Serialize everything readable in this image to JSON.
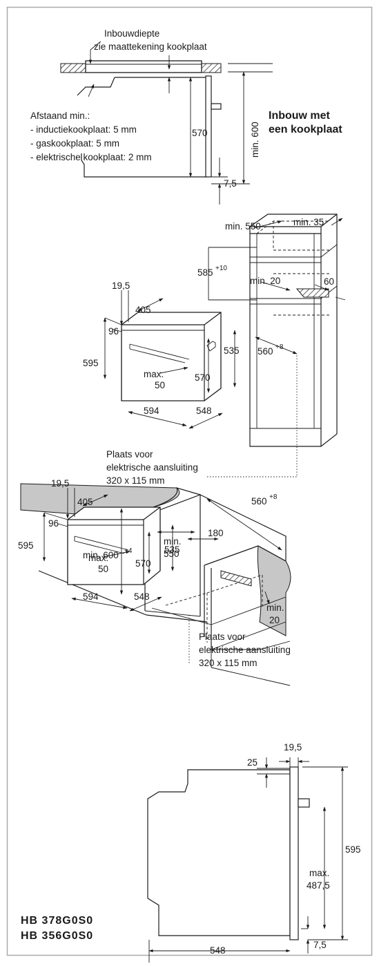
{
  "colors": {
    "frame": "#a9a9a9",
    "counter": "#c7c7c7",
    "ink": "#1a1a1a",
    "background": "#ffffff"
  },
  "section1": {
    "title_line1": "Inbouw met",
    "title_line2": "een kookplaat",
    "depth_note_line1": "Inbouwdiepte",
    "depth_note_line2": "zie maattekening kookplaat",
    "distance_title": "Afstaand min.:",
    "distance_induction": "- inductiekookplaat: 5 mm",
    "distance_gas": "- gaskookplaat: 5 mm",
    "distance_electric": "- elektrische kookplaat: 2 mm",
    "dim_570": "570",
    "dim_min600": "min. 600",
    "dim_7_5": "7,5"
  },
  "section2": {
    "dim_min550": "min. 550",
    "dim_min35": "min. 35",
    "dim_585": "585",
    "dim_585_sup": "+10",
    "dim_min20": "min. 20",
    "dim_60": "60",
    "dim_560": "560",
    "dim_560_sup": "+8",
    "dim_19_5": "19,5",
    "dim_405": "405",
    "dim_96": "96",
    "dim_595": "595",
    "dim_535": "535",
    "dim_max": "max.",
    "dim_50": "50",
    "dim_570": "570",
    "dim_594": "594",
    "dim_548": "548",
    "conn_line1": "Plaats voor",
    "conn_line2": "elektrische aansluiting",
    "conn_line3": "320 x 115 mm"
  },
  "section3": {
    "dim_560": "560",
    "dim_560_sup": "+8",
    "dim_min600": "min. 600",
    "dim_min600_sup": "+4",
    "dim_min": "min.",
    "dim_550": "550",
    "dim_180": "180",
    "dim_min_b": "min.",
    "dim_20": "20",
    "dim_19_5": "19,5",
    "dim_405": "405",
    "dim_96": "96",
    "dim_595": "595",
    "dim_535": "535",
    "dim_max": "max.",
    "dim_50": "50",
    "dim_570": "570",
    "dim_594": "594",
    "dim_548": "548",
    "conn_line1": "Plaats voor",
    "conn_line2": "elektrische aansluiting",
    "conn_line3": "320 x 115 mm"
  },
  "section4": {
    "dim_19_5": "19,5",
    "dim_25": "25",
    "dim_595": "595",
    "dim_max": "max.",
    "dim_487_5": "487,5",
    "dim_7_5": "7,5",
    "dim_548": "548"
  },
  "models": {
    "model1": "HB 378G0S0",
    "model2": "HB 356G0S0"
  }
}
